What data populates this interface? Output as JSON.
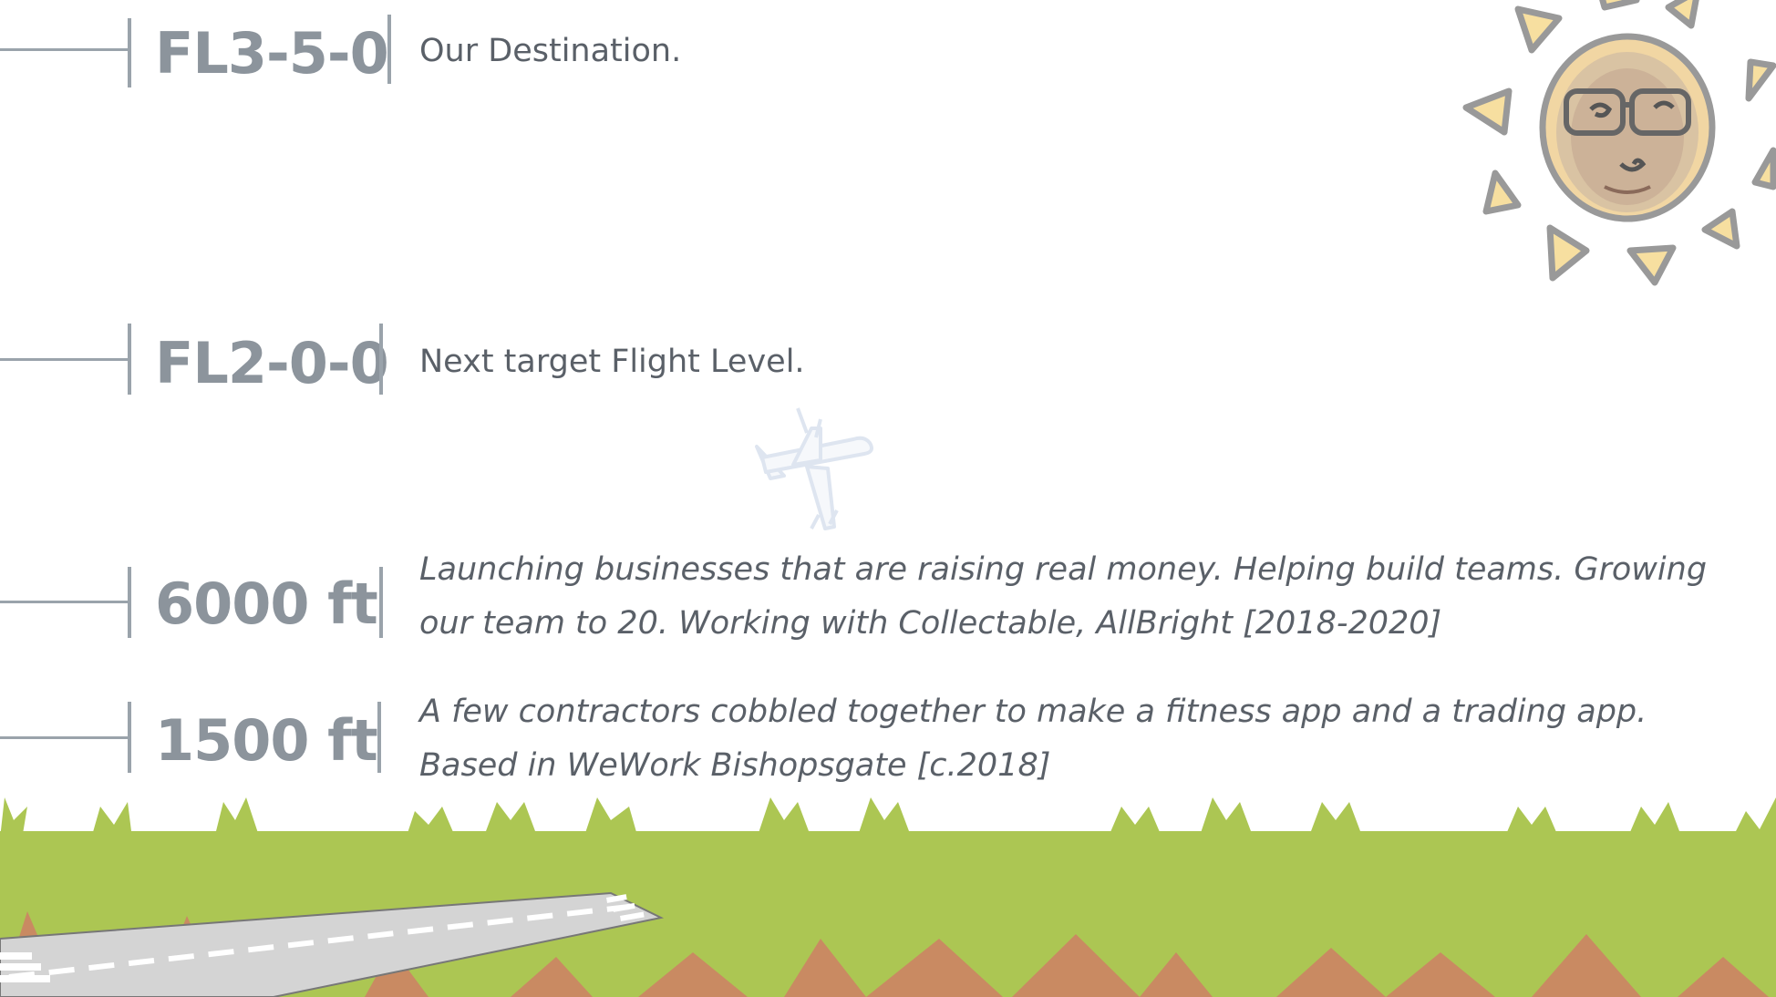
{
  "levels": [
    {
      "label": "FL3-5-0",
      "description": "Our Destination."
    },
    {
      "label": "FL2-0-0",
      "description": "Next target Flight Level."
    },
    {
      "label": "6000 ft",
      "description": "Launching businesses that are raising real money. Helping build teams. Growing our team to 20. Working with Collectable, AllBright [2018-2020]"
    },
    {
      "label": "1500 ft",
      "description": "A few contractors cobbled together to make a fitness app and a trading app. Based in WeWork Bishopsgate [c.2018]"
    }
  ],
  "icons": {
    "sun": "sun-face-icon",
    "plane": "airplane-icon",
    "runway": "runway-illustration"
  },
  "colors": {
    "tick": "#9aa3ab",
    "level_text": "#8c949c",
    "description_text": "#5a6068",
    "grass": "#acc653",
    "mountains": "#c98a62",
    "sun_fill": "#f7dfa0",
    "sun_outline": "#999999"
  }
}
